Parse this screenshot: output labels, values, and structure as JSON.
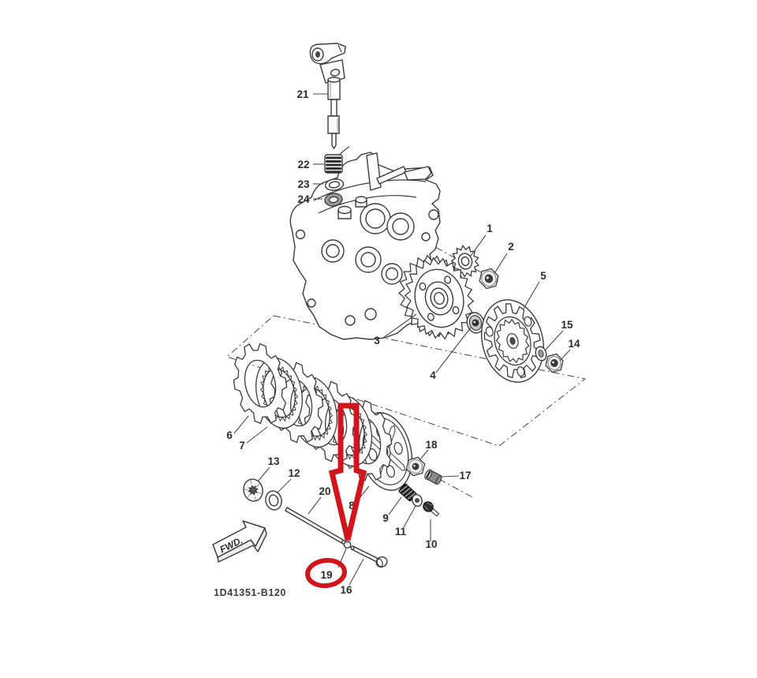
{
  "diagram": {
    "drawing_code": "1D41351-B120",
    "fwd_label": "FWD.",
    "highlighted_part": "19",
    "highlight_color": "#d0151c",
    "line_color": "#3b3b3b",
    "background_color": "#ffffff",
    "part_labels": {
      "p1": "1",
      "p2": "2",
      "p3": "3",
      "p4": "4",
      "p5": "5",
      "p6": "6",
      "p7": "7",
      "p8": "8",
      "p9": "9",
      "p10": "10",
      "p11": "11",
      "p12": "12",
      "p13": "13",
      "p14": "14",
      "p15": "15",
      "p16": "16",
      "p17": "17",
      "p18": "18",
      "p19": "19",
      "p20": "20",
      "p21": "21",
      "p22": "22",
      "p23": "23",
      "p24": "24"
    }
  }
}
